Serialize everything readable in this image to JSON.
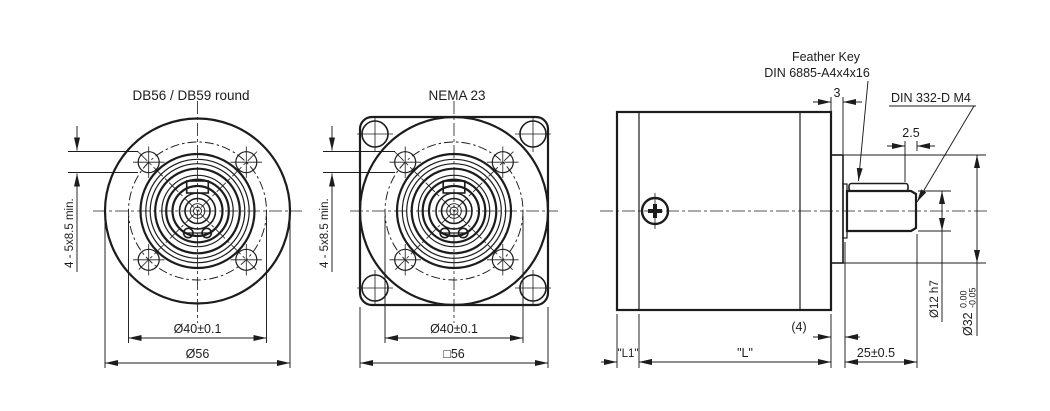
{
  "page": {
    "background": "#ffffff",
    "line_color": "#1c1c1c"
  },
  "views": {
    "round_flange": {
      "title": "DB56 / DB59 round",
      "holes_note": "4 - 5x8.5 min.",
      "bolt_circle_dim": "Ø40±0.1",
      "outer_dim": "Ø56"
    },
    "square_flange": {
      "title": "NEMA 23",
      "holes_note": "4 - 5x8.5 min.",
      "bolt_circle_dim": "Ø40±0.1",
      "outer_dim": "□56"
    },
    "side": {
      "feather_key_label_line1": "Feather Key",
      "feather_key_label_line2": "DIN 6885-A4x4x16",
      "center_hole_label": "DIN 332-D M4",
      "pilot_length_dim": "3",
      "key_end_dim": "2.5",
      "rear_length_dim": "\"L1\"",
      "body_length_dim": "\"L\"",
      "shaft_length_dim": "25±0.5",
      "step_dim": "(4)",
      "shaft_dia_dim": "Ø12 h7",
      "pilot_dia_dim": "Ø32",
      "pilot_tol_upper": "0.00",
      "pilot_tol_lower": "-0.05"
    }
  }
}
